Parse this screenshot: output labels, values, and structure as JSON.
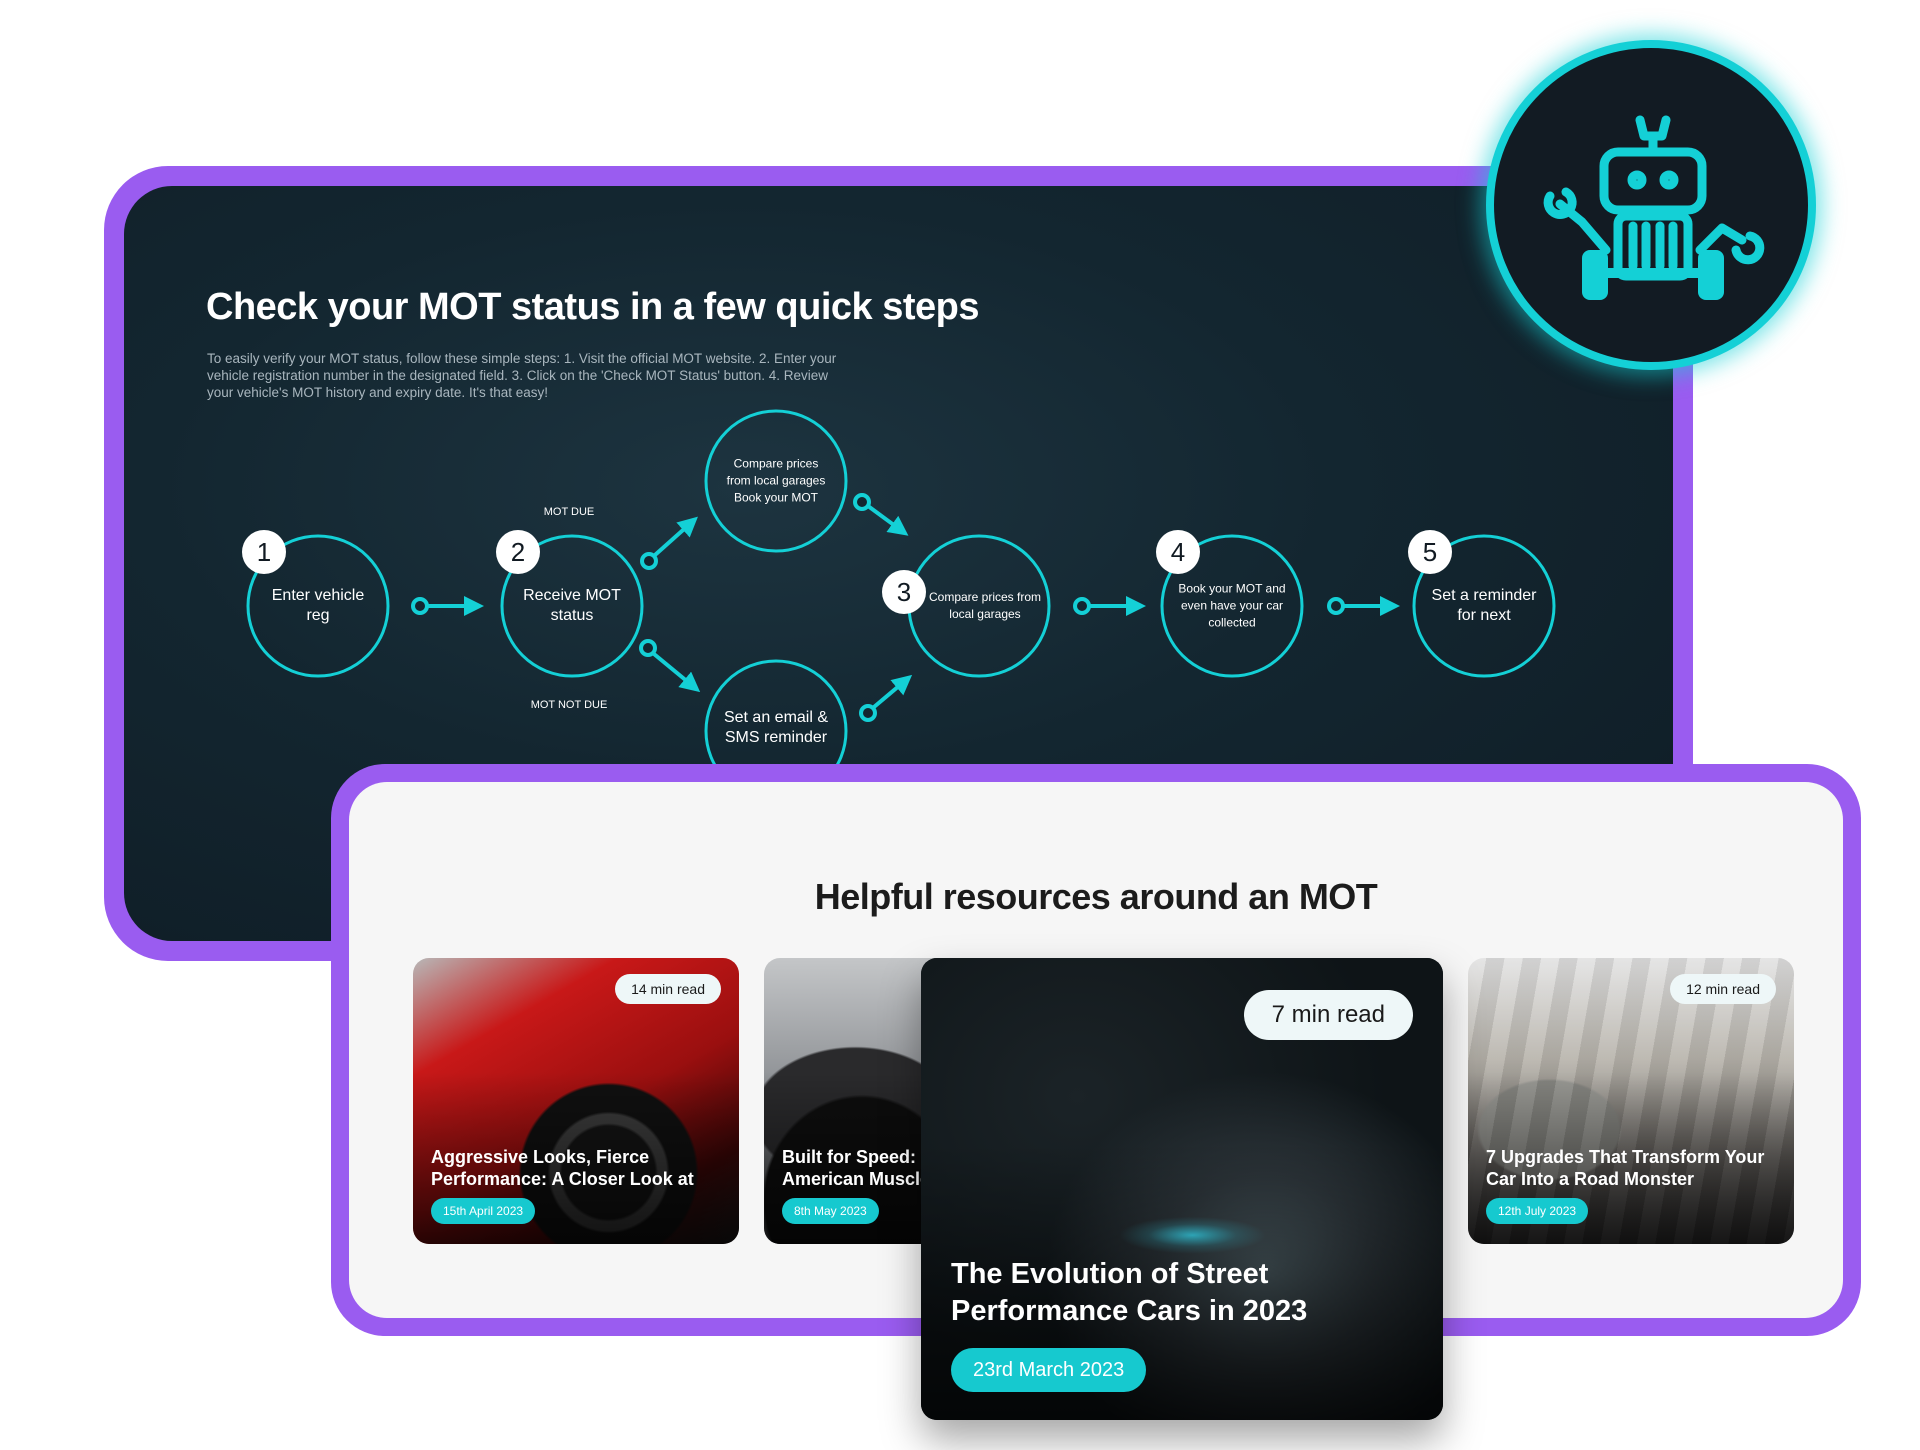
{
  "steps_panel": {
    "title": "Check your MOT status in a few quick steps",
    "description": "To easily verify your MOT status, follow these simple steps: 1. Visit the official MOT website. 2. Enter your vehicle registration number in the designated field. 3. Click on the 'Check MOT Status' button. 4. Review your vehicle's MOT history and expiry date. It's that easy!",
    "steps": [
      {
        "number": "1",
        "label": "Enter vehicle reg"
      },
      {
        "number": "2",
        "label": "Receive MOT status"
      },
      {
        "number": "",
        "label": "Compare prices from local garages Book your MOT"
      },
      {
        "number": "",
        "label": "Set an email & SMS reminder"
      },
      {
        "number": "3",
        "label": "Compare prices from local garages"
      },
      {
        "number": "4",
        "label": "Book your MOT and even have your car collected"
      },
      {
        "number": "5",
        "label": "Set a reminder for next"
      }
    ],
    "branch_labels": {
      "due": "MOT DUE",
      "not_due": "MOT NOT DUE"
    },
    "accent_color": "#14d0d6",
    "frame_color": "#9a5cf0"
  },
  "robot_badge": {
    "icon": "robot-mechanic-icon"
  },
  "resources": {
    "title": "Helpful resources around an MOT",
    "cards": [
      {
        "read_time": "14 min read",
        "title": "Aggressive Looks, Fierce Performance: A Closer Look at Mo...",
        "date": "15th April 2023"
      },
      {
        "read_time": "",
        "title": "Built for Speed: T American Muscle",
        "date": "8th May 2023"
      },
      {
        "read_time": "7 min read",
        "title": "The Evolution of Street Performance Cars in 2023",
        "date": "23rd March 2023"
      },
      {
        "read_time": "12 min read",
        "title": "7 Upgrades That Transform Your Car Into a Road Monster",
        "date": "12th July 2023"
      }
    ]
  }
}
